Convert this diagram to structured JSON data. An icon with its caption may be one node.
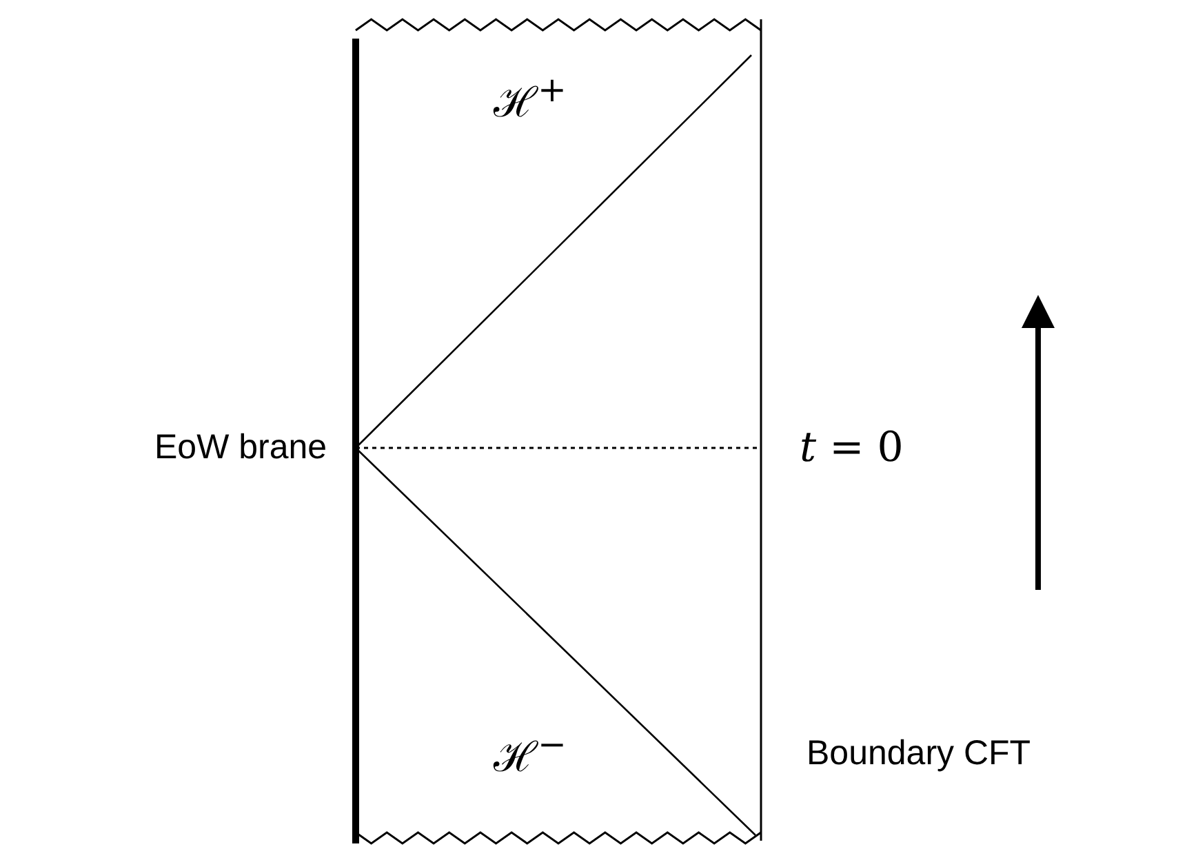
{
  "diagram": {
    "labels": [
      "ℋ$^{+}$",
      "EoW brane",
      "*t* = 0",
      "ℋ$^{−}$",
      "Boundary CFT"
    ]
  }
}
